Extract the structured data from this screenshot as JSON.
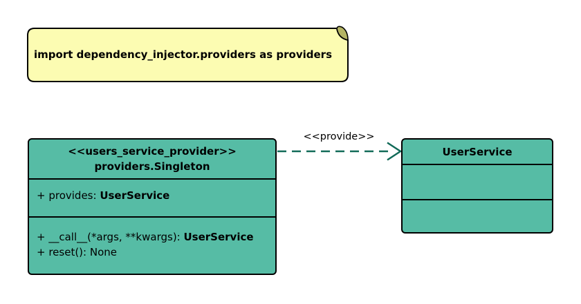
{
  "note": {
    "text": "import dependency_injector.providers as providers",
    "fill": "#FCFCB2",
    "fold_fill": "#B4B464",
    "border": "#000000"
  },
  "provider_class": {
    "stereotype": "<<users_service_provider>>",
    "name": "providers.Singleton",
    "fill": "#56BCA5",
    "border": "#000000",
    "attributes": [
      {
        "text": "+ provides: ",
        "type": "UserService"
      }
    ],
    "methods": [
      {
        "text": "+ __call__(*args, **kwargs): ",
        "type": "UserService"
      },
      {
        "text": "+ reset(): None",
        "type": ""
      }
    ]
  },
  "service_class": {
    "name": "UserService",
    "fill": "#56BCA5",
    "border": "#000000"
  },
  "arrow": {
    "label": "<<provide>>",
    "color": "#116A58"
  }
}
